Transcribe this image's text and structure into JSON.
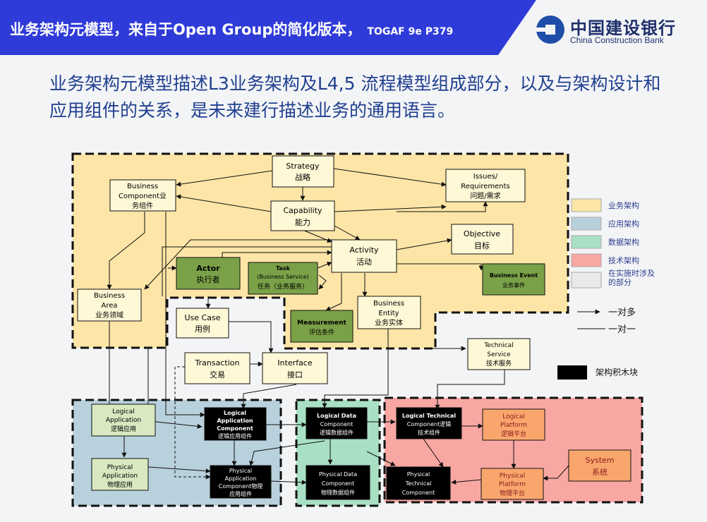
{
  "header": {
    "title": "业务架构元模型，来自于Open Group的简化版本，",
    "reference": "TOGAF 9e P379",
    "logo_cn": "中国建设银行",
    "logo_en": "China Construction Bank"
  },
  "subtitle": "业务架构元模型描述L3业务架构及L4,5 流程模型组成部分，以及与架构设计和应用组件的关系，是未来建行描述业务的通用语言。",
  "colors": {
    "banner": "#2f3bd8",
    "business": "#fce5a6",
    "application": "#b9d1dc",
    "data": "#a9e0c4",
    "technology": "#f8a7a3",
    "green_box": "#7aa148",
    "black_box": "#000000",
    "cream_box": "#fff8d6"
  },
  "nodes": {
    "strategy": {
      "en": "Strategy",
      "cn": "战略"
    },
    "bizcomp": {
      "en": "Business",
      "en2": "Component业",
      "cn": "务组件"
    },
    "issues": {
      "en": "Issues/",
      "en2": "Requirements",
      "cn": "问题/需求"
    },
    "capability": {
      "en": "Capability",
      "cn": "能力"
    },
    "objective": {
      "en": "Objective",
      "cn": "目标"
    },
    "activity": {
      "en": "Activity",
      "cn": "活动"
    },
    "actor": {
      "en": "Actor",
      "cn": "执行者"
    },
    "task": {
      "en": "Task",
      "en2": "(Business Service)",
      "cn": "任务（业务服务）"
    },
    "bizevent": {
      "en": "Business Event",
      "cn": "业务事件"
    },
    "bizarea": {
      "en": "Business",
      "en2": "Area",
      "cn": "业务领域"
    },
    "usecase": {
      "en": "Use Case",
      "cn": "用例"
    },
    "measure": {
      "en": "Measurement",
      "cn": "评估条件"
    },
    "entity": {
      "en": "Business",
      "en2": "Entity",
      "cn": "业务实体"
    },
    "transaction": {
      "en": "Transaction",
      "cn": "交易"
    },
    "interface": {
      "en": "Interface",
      "cn": "接口"
    },
    "techsvc": {
      "en": "Technical",
      "en2": "Service",
      "cn": "技术服务"
    },
    "logapp": {
      "en": "Logical",
      "en2": "Application",
      "cn": "逻辑应用"
    },
    "logappcomp": {
      "en": "Logical",
      "en2": "Application",
      "en3": "Component",
      "cn": "逻辑应用组件"
    },
    "logdata": {
      "en": "Logical Data",
      "en2": "Component",
      "cn": "逻辑数据组件"
    },
    "logtech": {
      "en": "Logical Technical",
      "en2": "Component逻辑",
      "cn": "技术组件"
    },
    "logplat": {
      "en": "Logical",
      "en2": "Platform",
      "cn": "逻辑平台"
    },
    "physapp": {
      "en": "Physical",
      "en2": "Application",
      "cn": "物理应用"
    },
    "physappcomp": {
      "en": "Physical",
      "en2": "Application",
      "en3": "Component物理",
      "cn": "应用组件"
    },
    "physdata": {
      "en": "Physical Data",
      "en2": "Component",
      "cn": "物理数据组件"
    },
    "phystech": {
      "en": "Physical",
      "en2": "Technical",
      "en3": "Component"
    },
    "physplat": {
      "en": "Physical",
      "en2": "Platform",
      "cn": "物理平台"
    },
    "system": {
      "en": "System",
      "cn": "系统"
    }
  },
  "legend": {
    "business": "业务架构",
    "application": "应用架构",
    "data": "数据架构",
    "technology": "技术架构",
    "realization_1": "在实施时涉及",
    "realization_2": "的部分",
    "one_to_many": "一对多",
    "one_to_one": "一对一",
    "building_block": "架构积木块"
  }
}
